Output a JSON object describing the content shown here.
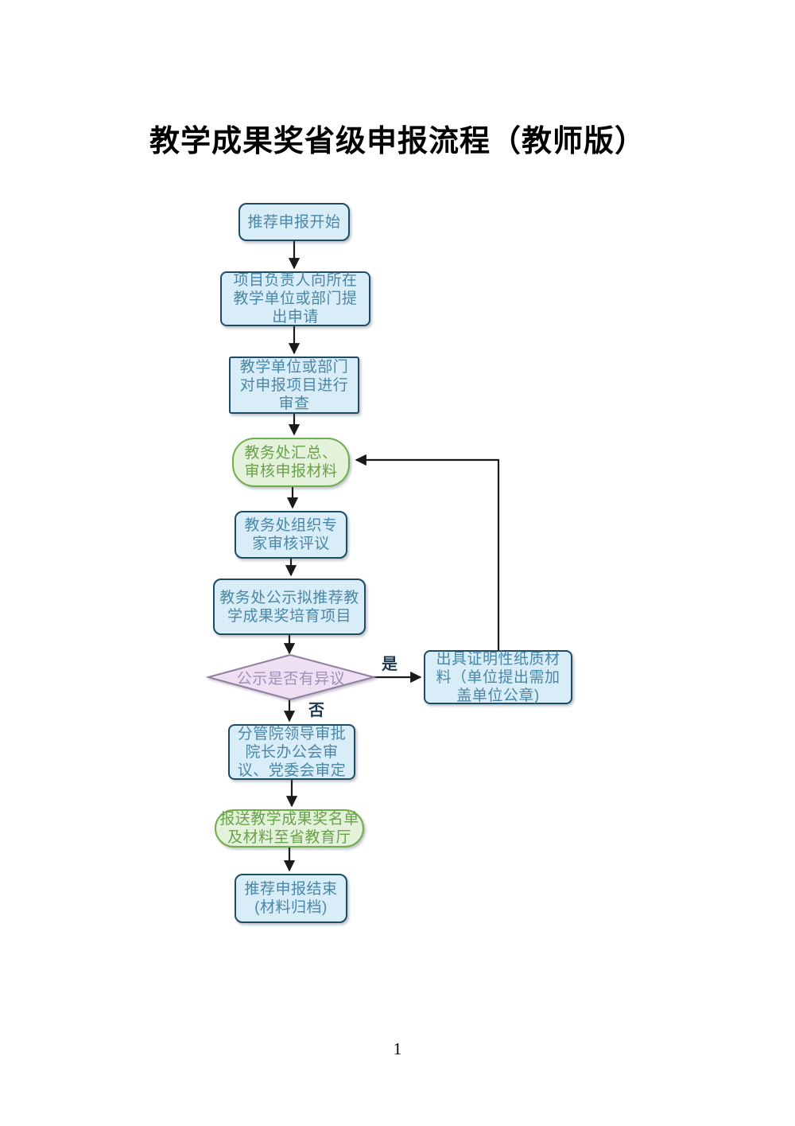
{
  "page": {
    "title": "教学成果奖省级申报流程（教师版）",
    "page_number": "1"
  },
  "flowchart": {
    "nodes": {
      "start": {
        "label": "推荐申报开始"
      },
      "apply": {
        "label": "项目负责人向所在\n教学单位或部门提\n出申请"
      },
      "unit_review": {
        "label": "教学单位或部门\n对申报项目进行\n审查"
      },
      "collect": {
        "label": "教务处汇总、\n审核申报材料"
      },
      "expert": {
        "label": "教务处组织专\n家审核评议"
      },
      "publicity": {
        "label": "教务处公示拟推荐教\n学成果奖培育项目"
      },
      "decision": {
        "label": "公示是否有异议"
      },
      "objection": {
        "label": "出具证明性纸质材\n料（单位提出需加\n盖单位公章)"
      },
      "approval": {
        "label": "分管院领导审批\n院长办公会审\n议、党委会审定"
      },
      "submit": {
        "label": "报送教学成果奖名单\n及材料至省教育厅"
      },
      "end": {
        "label": "推荐申报结束\n(材料归档)"
      }
    },
    "edges": {
      "yes_label": "是",
      "no_label": "否"
    },
    "colors": {
      "process_fill": "#d8edf8",
      "process_border": "#1d4c64",
      "process_text": "#4a87a6",
      "green_fill": "#e4f2db",
      "green_border": "#6fae4b",
      "green_text": "#69a24a",
      "decision_fill": "#efdff2",
      "decision_border": "#8f7fa0",
      "decision_text": "#a08fb8",
      "edge_label_color": "#1f3950",
      "line": "#1a1a1a"
    }
  }
}
